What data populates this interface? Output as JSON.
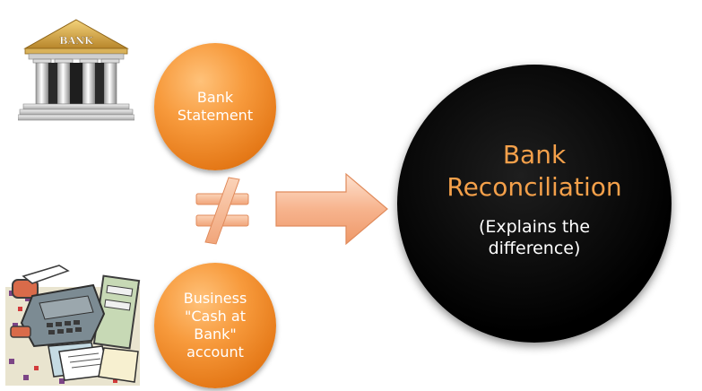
{
  "bank_statement": {
    "lines": [
      "Bank",
      "Statement"
    ]
  },
  "business_account": {
    "lines": [
      "Business",
      "\"Cash at",
      "Bank\"",
      "account"
    ]
  },
  "bank_reconciliation": {
    "title_lines": [
      "Bank",
      "Reconciliation"
    ],
    "subtitle_lines": [
      "(Explains the",
      "difference)"
    ]
  },
  "bank_building": {
    "sign_text": "BANK"
  },
  "icons": {
    "bank": "bank-building-icon",
    "not_equal": "not-equal-icon",
    "arrow": "right-arrow-icon",
    "office": "office-machines-clipart-icon"
  },
  "colors": {
    "orange": "#f79a3c",
    "black_circle": "#000000",
    "recon_title": "#f4a04a",
    "peach": "#f7b48e"
  }
}
